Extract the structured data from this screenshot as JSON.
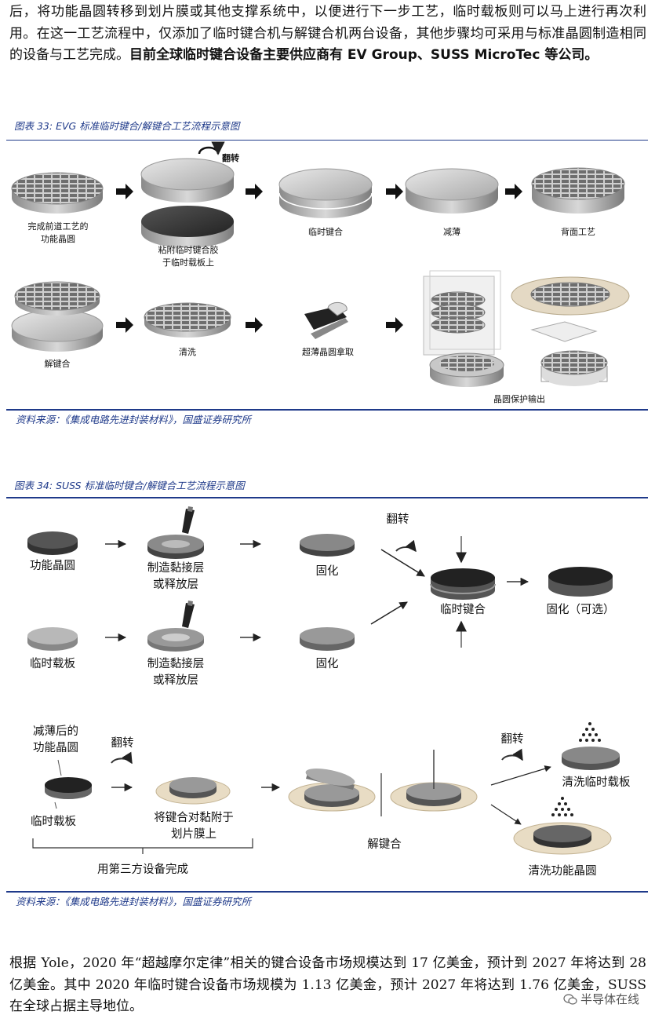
{
  "intro": {
    "text": "后，将功能晶圆转移到划片膜或其他支撑系统中，以便进行下一步工艺，临时载板则可以马上进行再次利用。在这一工艺流程中，仅添加了临时键合机与解键合机两台设备，其他步骤均可采用与标准晶圆制造相同的设备与工艺完成。",
    "bold_text": "目前全球临时键合设备主要供应商有 EV Group、SUSS MicroTec 等公司。"
  },
  "fig33": {
    "title": "图表 33:  EVG 标准临时键合/解键合工艺流程示意图",
    "source": "资料来源：《集成电路先进封装材料》，国盛证券研究所",
    "flip": "翻转",
    "labels": {
      "wafer": "完成前道工艺的\n功能晶圆",
      "glue": "粘附临时键合胶\n于临时载板上",
      "bond": "临时键合",
      "thin": "减薄",
      "back": "背面工艺",
      "debond": "解键合",
      "clean": "清洗",
      "pick": "超薄晶圆拿取",
      "output": "晶圆保护输出"
    }
  },
  "fig34": {
    "title": "图表 34:  SUSS 标准临时键合/解键合工艺流程示意图",
    "source": "资料来源：《集成电路先进封装材料》，国盛证券研究所",
    "labels": {
      "func_wafer": "功能晶圆",
      "make_layer1": "制造黏接层\n或释放层",
      "cure1": "固化",
      "flip1": "翻转",
      "bond": "临时键合",
      "cure_opt": "固化（可选）",
      "carrier": "临时载板",
      "make_layer2": "制造黏接层\n或释放层",
      "cure2": "固化",
      "thinned": "减薄后的\n功能晶圆",
      "flip2": "翻转",
      "carrier2": "临时载板",
      "attach": "将键合对黏附于\n划片膜上",
      "third_party": "用第三方设备完成",
      "debond": "解键合",
      "flip3": "翻转",
      "clean_carrier": "清洗临时载板",
      "clean_wafer": "清洗功能晶圆"
    }
  },
  "outro": {
    "text": "根据 Yole，2020 年“超越摩尔定律”相关的键合设备市场规模达到 17 亿美金，预计到 2027 年将达到 28 亿美金。其中 2020 年临时键合设备市场规模为 1.13 亿美金，预计 2027 年将达到 1.76 亿美金，SUSS 在全球占据主导地位。"
  },
  "watermark": {
    "text": "半导体在线",
    "icon": "wechat-icon"
  }
}
